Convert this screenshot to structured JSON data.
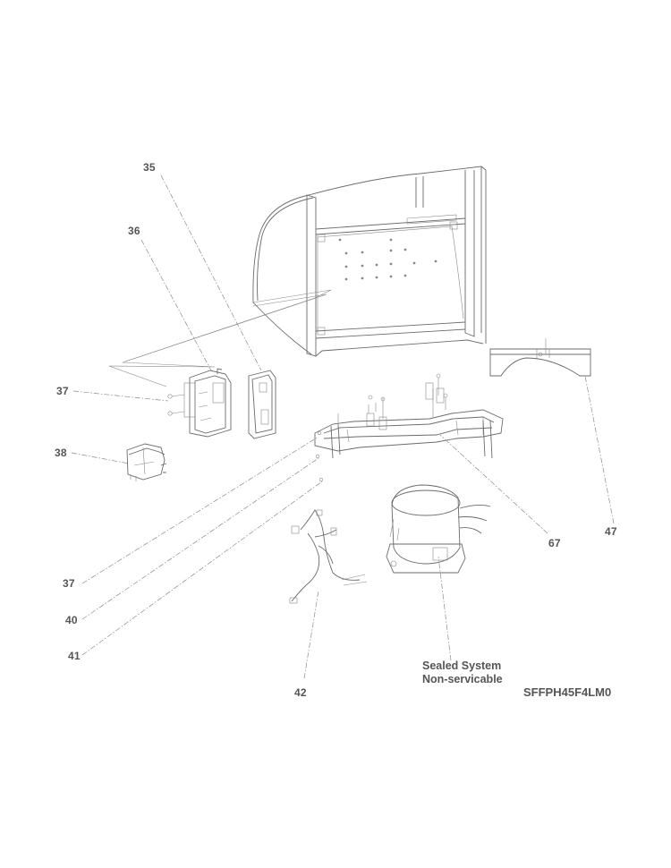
{
  "callouts": {
    "c35": "35",
    "c36": "36",
    "c37a": "37",
    "c38": "38",
    "c37b": "37",
    "c40": "40",
    "c41": "41",
    "c42": "42",
    "c67": "67",
    "c47": "47"
  },
  "sealed_system": {
    "line1": "Sealed System",
    "line2": "Non-servicable"
  },
  "model_number": "SFFPH45F4LM0"
}
